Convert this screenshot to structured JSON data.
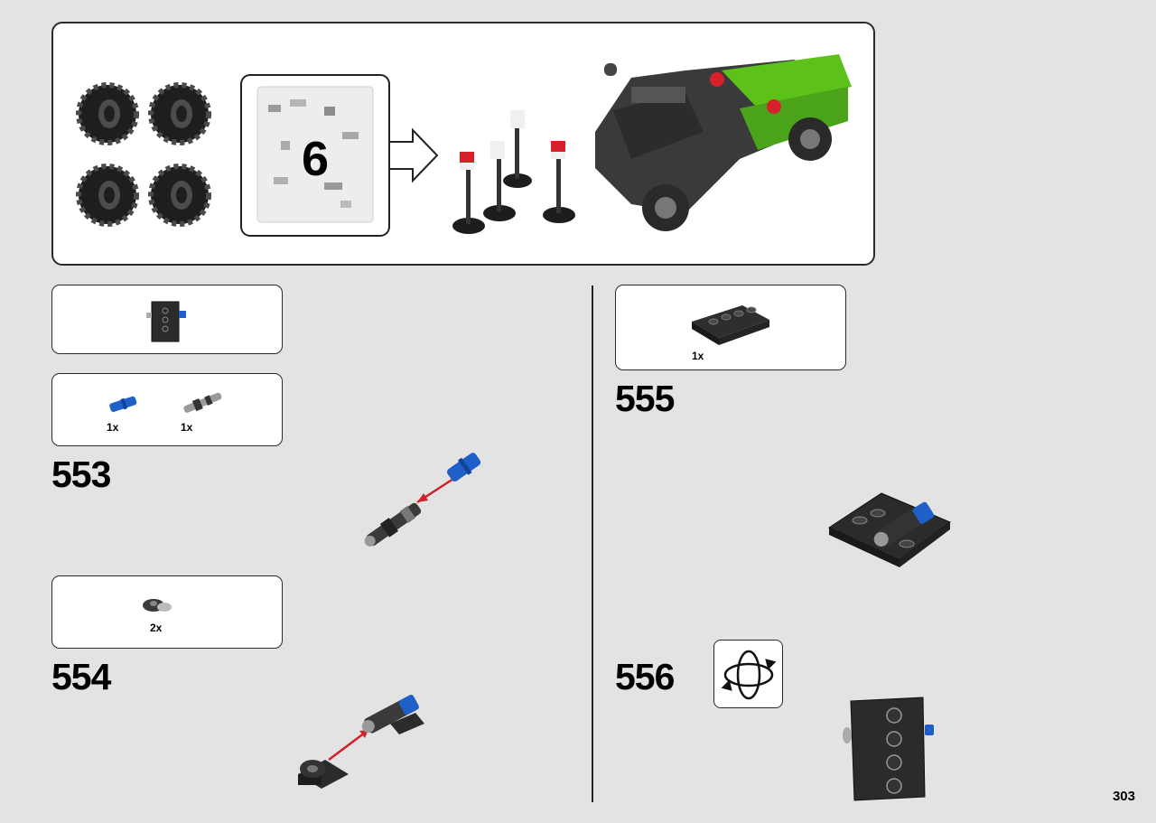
{
  "page_number": "303",
  "bag": {
    "number": "6"
  },
  "steps": [
    {
      "id": "553",
      "number": "553",
      "parts": [
        {
          "qty": "1x",
          "icon": "blue-axle-pin"
        },
        {
          "qty": "1x",
          "icon": "grey-pin-with-axle"
        }
      ]
    },
    {
      "id": "554",
      "number": "554",
      "parts": [
        {
          "qty": "2x",
          "icon": "pin-connector-plate"
        }
      ]
    },
    {
      "id": "555",
      "number": "555",
      "parts": [
        {
          "qty": "1x",
          "icon": "black-plate-2x4"
        }
      ]
    },
    {
      "id": "556",
      "number": "556",
      "parts": [],
      "callout": "rotate-model-icon"
    }
  ],
  "colors": {
    "background": "#e3e3e3",
    "panel": "#ffffff",
    "part_black": "#2b2b2b",
    "part_blue": "#1f5fc8",
    "part_grey": "#9a9a9a",
    "truck_green": "#5cc21a",
    "arrow_red": "#d0202a"
  }
}
